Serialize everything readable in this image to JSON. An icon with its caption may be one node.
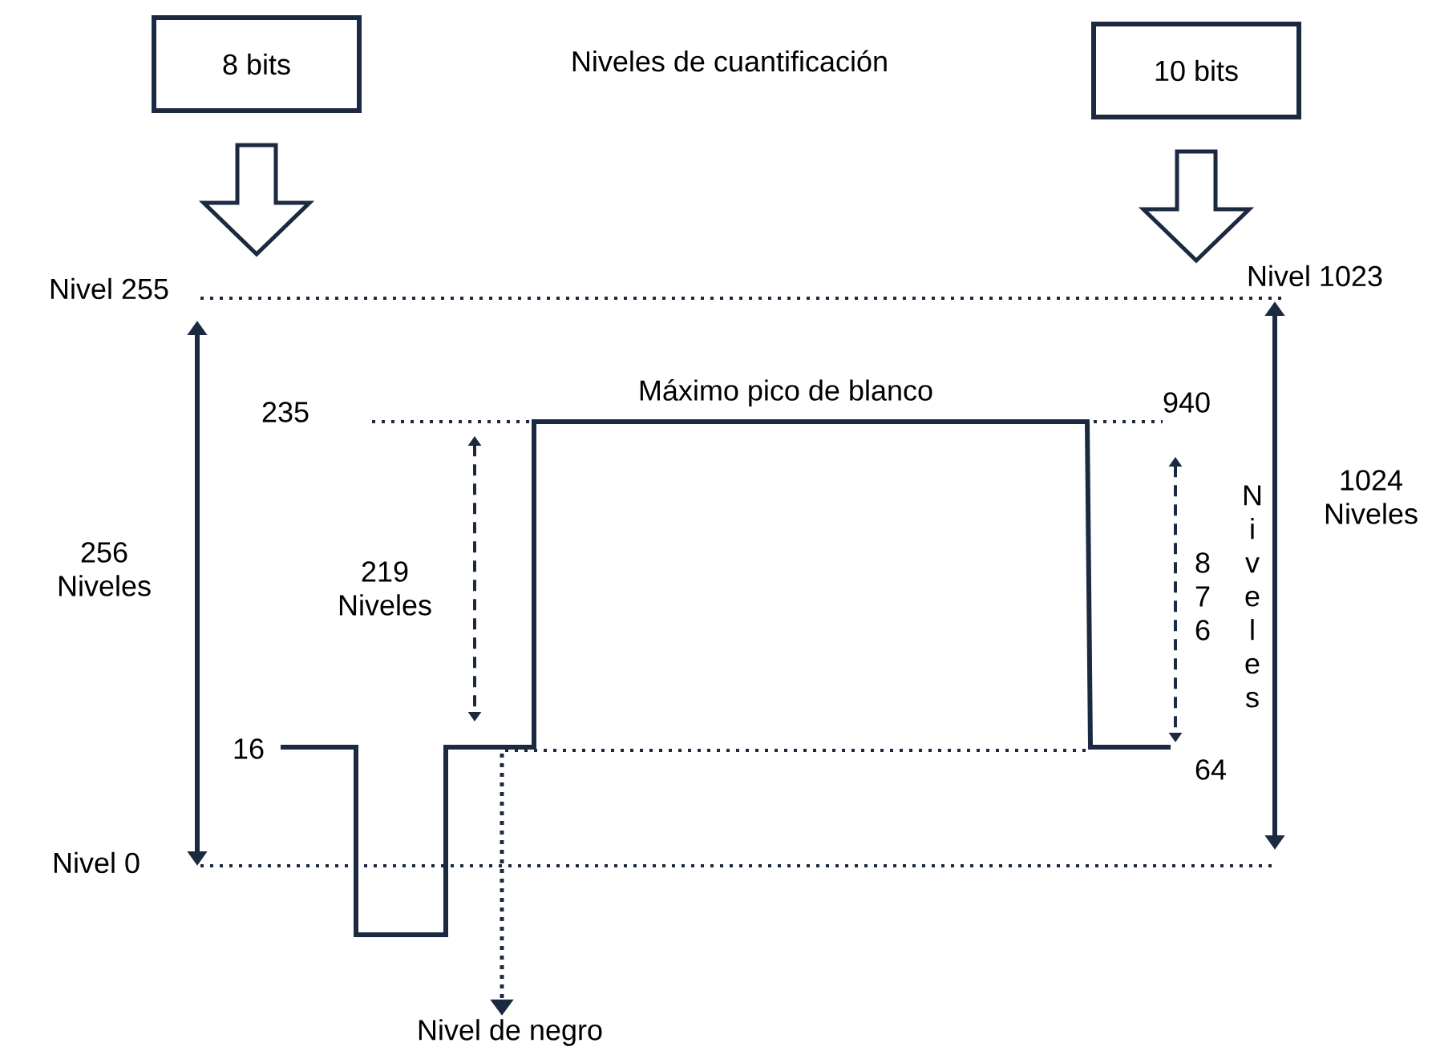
{
  "diagram": {
    "title": "Niveles de cuantificación",
    "nodes": [
      {
        "text": [
          "8 bits"
        ]
      },
      {
        "text": [
          "10 bits"
        ]
      },
      {
        "text": [
          "Nivel de negro"
        ]
      }
    ],
    "edges": [
      {
        "from": 0,
        "to": null,
        "arrow": "to"
      },
      {
        "from": 1,
        "to": null,
        "arrow": "to"
      },
      {
        "from": null,
        "to": 2,
        "arrow": "to",
        "style": "dashed"
      }
    ],
    "labels": [
      "Nivel 255",
      "Nivel 1023",
      "Máximo pico de blanco",
      "235",
      "940",
      "1024 Niveles",
      "256 Niveles",
      "219 Niveles",
      "876",
      "Niveles",
      "16",
      "64",
      "Nivel 0"
    ]
  }
}
